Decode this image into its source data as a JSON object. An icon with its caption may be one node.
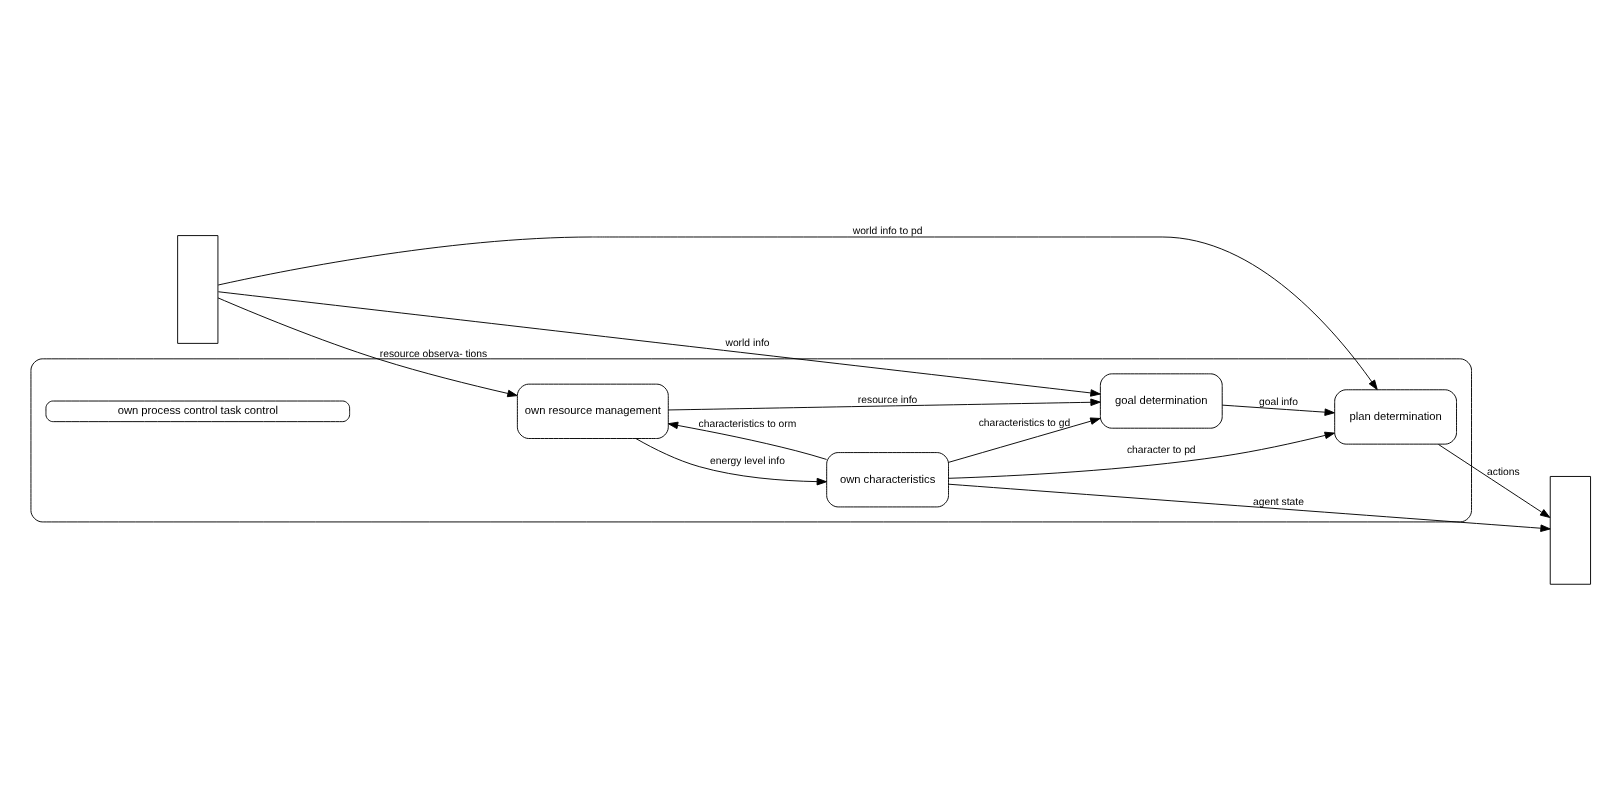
{
  "diagram": {
    "nodes": [
      {
        "text": [],
        "shape": "box"
      },
      {
        "text": [
          "own process control task control"
        ],
        "in": 0
      },
      {
        "text": [
          "own resource management"
        ],
        "in": 0
      },
      {
        "text": [
          "own characteristics"
        ],
        "in": 0
      },
      {
        "text": [
          "goal determination"
        ],
        "in": 0
      },
      {
        "text": [
          "plan determination"
        ],
        "in": 0
      },
      {
        "text": [],
        "shape": "box"
      },
      {
        "text": [],
        "shape": "box"
      }
    ],
    "edges": [
      {
        "from": 6,
        "to": 2,
        "arrow": "to",
        "label": "resource observa- tions"
      },
      {
        "from": 2,
        "to": 3,
        "arrow": "to",
        "label": "energy level info"
      },
      {
        "from": 3,
        "to": 7,
        "arrow": "to",
        "label": "agent state"
      },
      {
        "from": 3,
        "to": 2,
        "arrow": "to",
        "label": "characteristics to orm"
      },
      {
        "from": 2,
        "to": 4,
        "arrow": "to",
        "label": "resource info"
      },
      {
        "from": 3,
        "to": 4,
        "arrow": "to",
        "label": "characteristics to gd"
      },
      {
        "from": 3,
        "to": 5,
        "arrow": "to",
        "label": "character to pd"
      },
      {
        "from": 6,
        "to": 4,
        "arrow": "to",
        "label": "world info"
      },
      {
        "from": 4,
        "to": 5,
        "arrow": "to",
        "label": "goal info"
      },
      {
        "from": 5,
        "to": 7,
        "arrow": "to",
        "label": "actions"
      },
      {
        "from": 6,
        "to": 5,
        "arrow": "to",
        "label": "world info to pd"
      }
    ]
  }
}
